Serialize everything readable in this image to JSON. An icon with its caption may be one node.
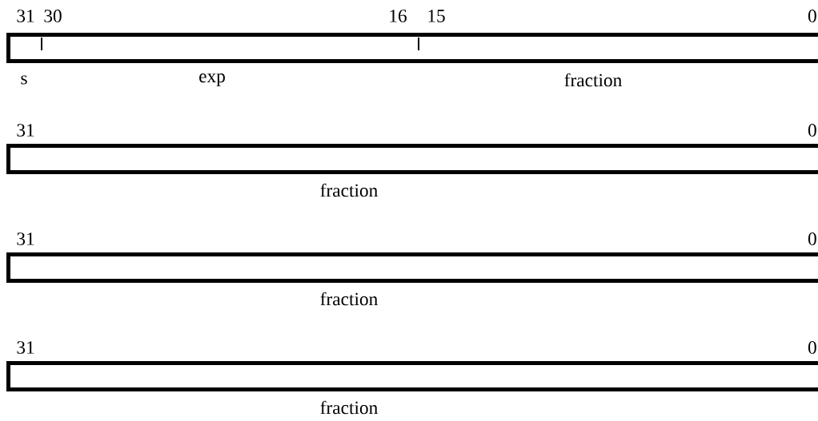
{
  "diagram": {
    "nodes": [
      {
        "text": [
          "s",
          "exp",
          "fraction"
        ]
      },
      {
        "text": [
          "fraction"
        ]
      },
      {
        "text": [
          "fraction"
        ]
      },
      {
        "text": [
          "fraction"
        ]
      }
    ],
    "labels": [
      "31",
      "30",
      "16",
      "15",
      "0",
      "31",
      "0",
      "31",
      "0",
      "31",
      "0"
    ]
  }
}
